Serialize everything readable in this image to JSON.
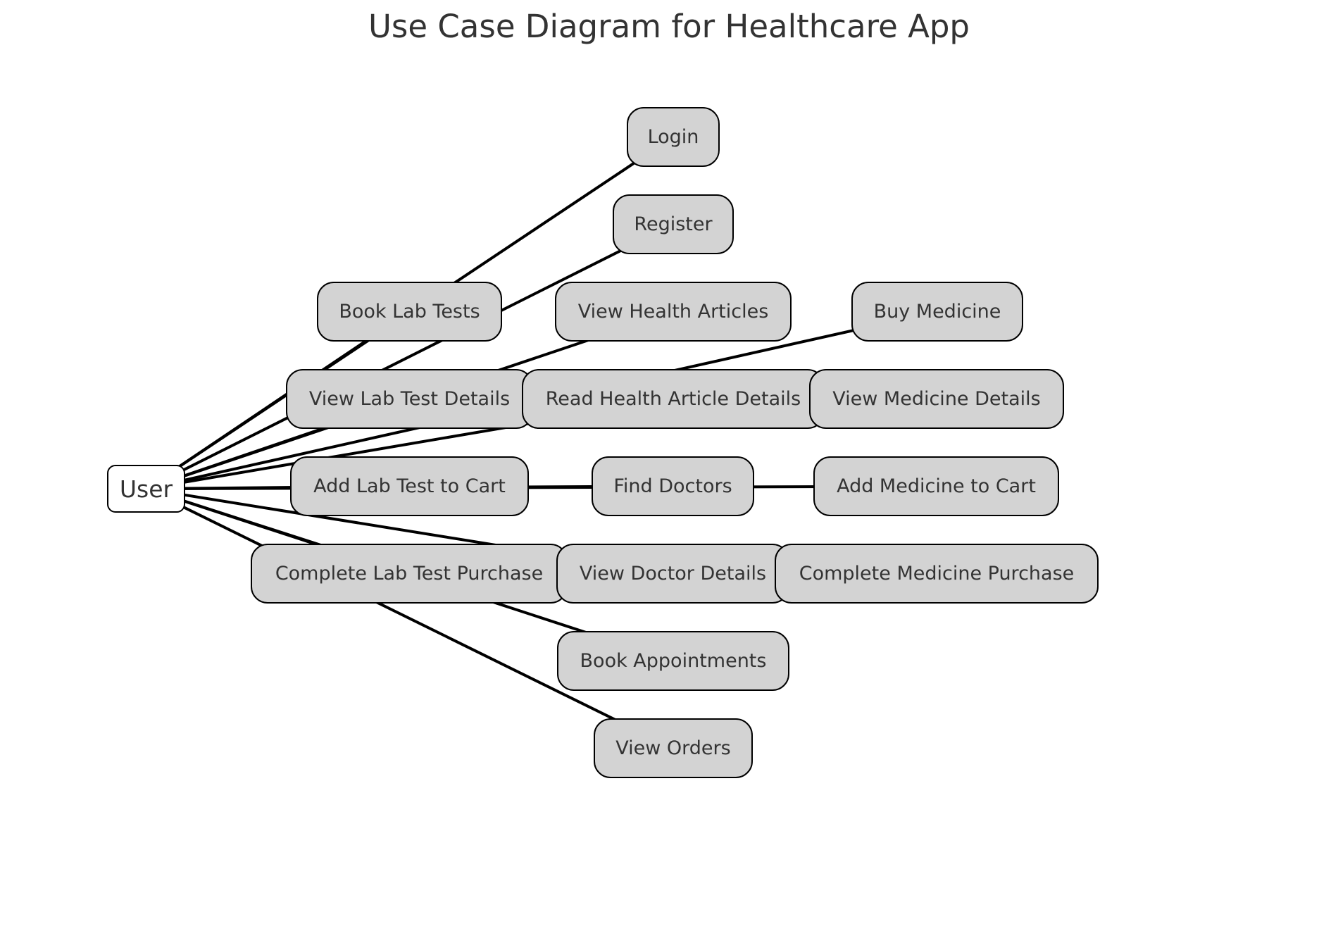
{
  "title": "Use Case Diagram for Healthcare App",
  "actor": {
    "id": "user",
    "label": "User"
  },
  "use_cases": [
    {
      "id": "login",
      "label": "Login"
    },
    {
      "id": "register",
      "label": "Register"
    },
    {
      "id": "book-lab-tests",
      "label": "Book Lab Tests"
    },
    {
      "id": "view-health-articles",
      "label": "View Health Articles"
    },
    {
      "id": "buy-medicine",
      "label": "Buy Medicine"
    },
    {
      "id": "view-lab-test-details",
      "label": "View Lab Test Details"
    },
    {
      "id": "read-health-article-details",
      "label": "Read Health Article Details"
    },
    {
      "id": "view-medicine-details",
      "label": "View Medicine Details"
    },
    {
      "id": "add-lab-test-to-cart",
      "label": "Add Lab Test to Cart"
    },
    {
      "id": "find-doctors",
      "label": "Find Doctors"
    },
    {
      "id": "add-medicine-to-cart",
      "label": "Add Medicine to Cart"
    },
    {
      "id": "complete-lab-test-purchase",
      "label": "Complete Lab Test Purchase"
    },
    {
      "id": "view-doctor-details",
      "label": "View Doctor Details"
    },
    {
      "id": "complete-medicine-purchase",
      "label": "Complete Medicine Purchase"
    },
    {
      "id": "book-appointments",
      "label": "Book Appointments"
    },
    {
      "id": "view-orders",
      "label": "View Orders"
    }
  ],
  "associations": [
    {
      "from": "user",
      "to": "login"
    },
    {
      "from": "user",
      "to": "register"
    },
    {
      "from": "user",
      "to": "book-lab-tests"
    },
    {
      "from": "user",
      "to": "view-health-articles"
    },
    {
      "from": "user",
      "to": "buy-medicine"
    },
    {
      "from": "user",
      "to": "view-lab-test-details"
    },
    {
      "from": "user",
      "to": "read-health-article-details"
    },
    {
      "from": "user",
      "to": "add-lab-test-to-cart"
    },
    {
      "from": "user",
      "to": "find-doctors"
    },
    {
      "from": "user",
      "to": "add-medicine-to-cart"
    },
    {
      "from": "user",
      "to": "complete-lab-test-purchase"
    },
    {
      "from": "user",
      "to": "view-doctor-details"
    },
    {
      "from": "user",
      "to": "book-appointments"
    },
    {
      "from": "user",
      "to": "view-orders"
    }
  ],
  "colors": {
    "node_fill": "#d3d3d3",
    "actor_fill": "#ffffff",
    "border": "#000000",
    "text": "#333333"
  }
}
